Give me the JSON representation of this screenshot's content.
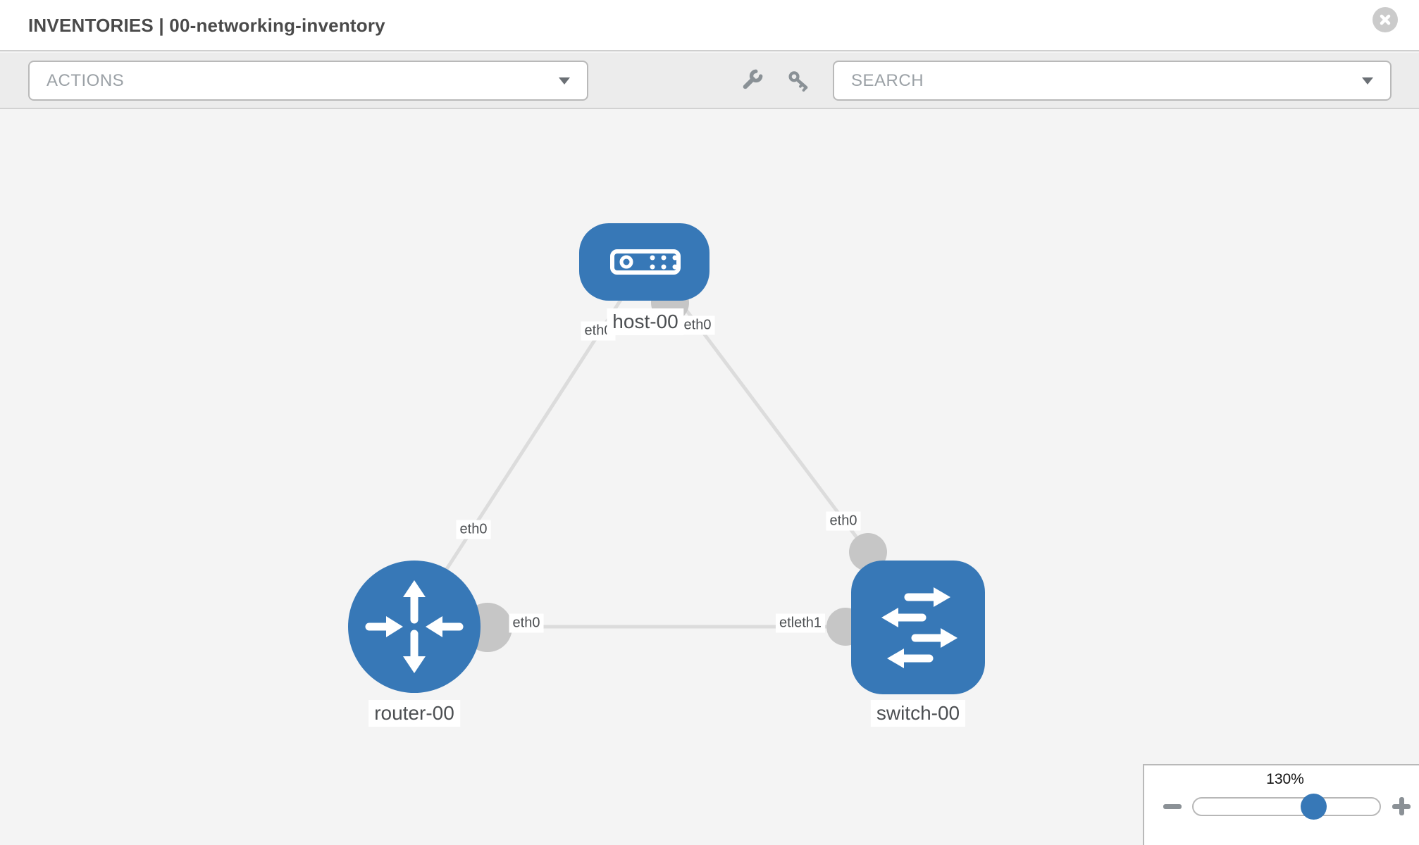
{
  "header": {
    "title": "INVENTORIES | 00-networking-inventory"
  },
  "toolbar": {
    "actions": {
      "label": "ACTIONS"
    },
    "search": {
      "label": "SEARCH"
    },
    "icons": {
      "wrench": "wrench-icon",
      "key": "key-icon"
    }
  },
  "topology": {
    "nodes": [
      {
        "id": "host-00",
        "type": "host",
        "label": "host-00"
      },
      {
        "id": "router-00",
        "type": "router",
        "label": "router-00"
      },
      {
        "id": "switch-00",
        "type": "switch",
        "label": "switch-00"
      }
    ],
    "links": [
      {
        "from": "host-00",
        "to": "router-00"
      },
      {
        "from": "host-00",
        "to": "switch-00"
      },
      {
        "from": "router-00",
        "to": "switch-00"
      }
    ],
    "interface_labels": [
      {
        "text": "eth0",
        "position": "host-left"
      },
      {
        "text": "eth0",
        "position": "host-right"
      },
      {
        "text": "eth0",
        "position": "link-router-to-host"
      },
      {
        "text": "eth0",
        "position": "link-router-to-switch"
      },
      {
        "text": "eth0",
        "position": "link-switch-to-host"
      },
      {
        "text": "etleth1",
        "position": "link-switch-to-router"
      }
    ]
  },
  "zoom_control": {
    "level": "130%"
  },
  "colors": {
    "node_blue": "#3778b7",
    "link_gray": "#dcdcdc",
    "connector_gray": "#c6c6c6",
    "panel_border": "#b9b9b9"
  }
}
